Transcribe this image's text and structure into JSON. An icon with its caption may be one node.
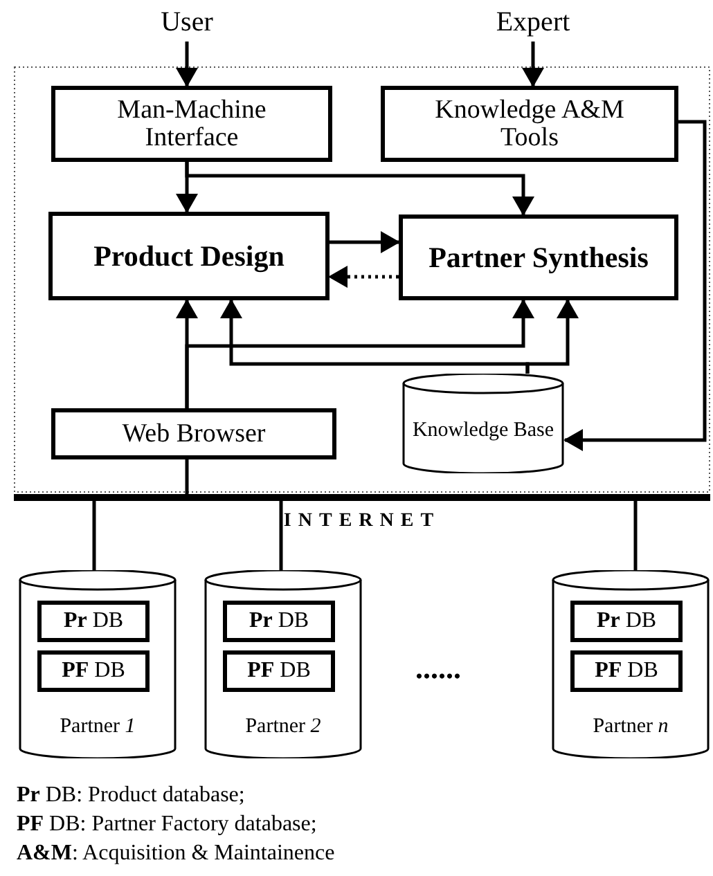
{
  "diagram": {
    "nodes": [
      {
        "text": [
          "User"
        ]
      },
      {
        "text": [
          "Expert"
        ]
      },
      {
        "text": [
          "Man-Machine Interface"
        ]
      },
      {
        "text": [
          "Knowledge A&M Tools"
        ]
      },
      {
        "text": [
          "Product Design"
        ]
      },
      {
        "text": [
          "Partner Synthesis"
        ]
      },
      {
        "text": [
          "Knowledge Base"
        ]
      },
      {
        "text": [
          "Web Browser"
        ]
      },
      {
        "text": [
          "INTERNET"
        ]
      },
      {
        "text": [
          "Partner *1*"
        ]
      },
      {
        "text": [
          "**Pr** DB"
        ],
        "in": 9
      },
      {
        "text": [
          "**PF** DB"
        ],
        "in": 9
      },
      {
        "text": [
          "Partner *2*"
        ]
      },
      {
        "text": [
          "**Pr** DB"
        ],
        "in": 12
      },
      {
        "text": [
          "**PF** DB"
        ],
        "in": 12
      },
      {
        "text": [
          "Partner *n*"
        ]
      },
      {
        "text": [
          "**Pr** DB"
        ],
        "in": 15
      },
      {
        "text": [
          "**PF** DB"
        ],
        "in": 15
      }
    ],
    "edges": [
      {
        "from": 0,
        "to": 2,
        "arrow": "to"
      },
      {
        "from": 1,
        "to": 3,
        "arrow": "to"
      },
      {
        "from": 2,
        "to": 4,
        "arrow": "to"
      },
      {
        "from": 2,
        "to": 5,
        "arrow": "to"
      },
      {
        "from": 4,
        "to": 5,
        "arrow": "to"
      },
      {
        "from": 5,
        "to": 4,
        "arrow": "to",
        "style": "dashed"
      },
      {
        "from": 7,
        "to": 4,
        "arrow": "to"
      },
      {
        "from": 7,
        "to": 5,
        "arrow": "to"
      },
      {
        "from": 6,
        "to": 4,
        "arrow": "to"
      },
      {
        "from": 6,
        "to": 5,
        "arrow": "to"
      },
      {
        "from": 3,
        "to": 6,
        "arrow": "to"
      },
      {
        "from": 7,
        "to": 8,
        "arrow": "none"
      },
      {
        "from": 8,
        "to": 9,
        "arrow": "none"
      },
      {
        "from": 8,
        "to": 12,
        "arrow": "none"
      },
      {
        "from": 8,
        "to": 15,
        "arrow": "none"
      }
    ],
    "labels": [
      "......",
      "**Pr** DB: Product database;",
      "**PF** DB: Partner Factory database;",
      "**A&M**: Acquisition & Maintainence"
    ]
  }
}
